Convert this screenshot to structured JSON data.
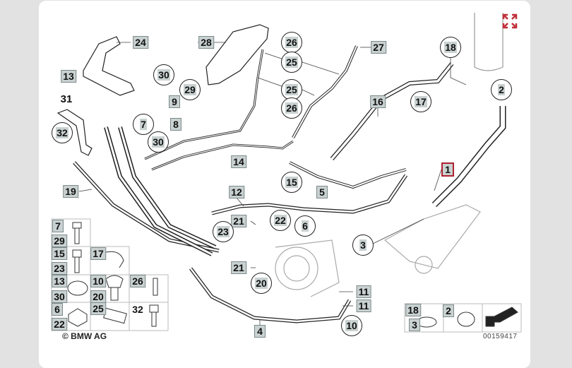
{
  "diagram": {
    "copyright": "© BMW AG",
    "diagram_code": "00159417",
    "expand_icon": "expand-arrows-icon",
    "accent_color": "#b02030",
    "callouts": {
      "c24": "24",
      "c28": "28",
      "c27": "27",
      "c13": "13",
      "c9": "9",
      "c8": "8",
      "c14": "14",
      "c16": "16",
      "c1": "1",
      "c19": "19",
      "c12": "12",
      "c5": "5",
      "c21a": "21",
      "c21b": "21",
      "c4": "4",
      "c11a": "11",
      "c11b": "11",
      "c31": "31",
      "c22": "22",
      "c23": "23",
      "c20": "20",
      "c10": "10",
      "c3": "3",
      "c6": "6",
      "c15": "15",
      "c26a": "26",
      "c25a": "25",
      "c25b": "25",
      "c26b": "26",
      "c30a": "30",
      "c29": "29",
      "c7": "7",
      "c30b": "30",
      "c18": "18",
      "c2": "2",
      "c17": "17",
      "c32": "32"
    },
    "parts_table": {
      "r1c1": [
        "7",
        "29"
      ],
      "r2c1": [
        "15",
        "23"
      ],
      "r2c2": "17",
      "r3c1": [
        "13",
        "30"
      ],
      "r3c2": [
        "10",
        "20"
      ],
      "r3c3": "26",
      "r4c1": [
        "6",
        "22"
      ],
      "r4c2": "25",
      "r4c3": "32"
    },
    "clamp_table": {
      "a": [
        "18",
        "3"
      ],
      "b": "2"
    }
  }
}
